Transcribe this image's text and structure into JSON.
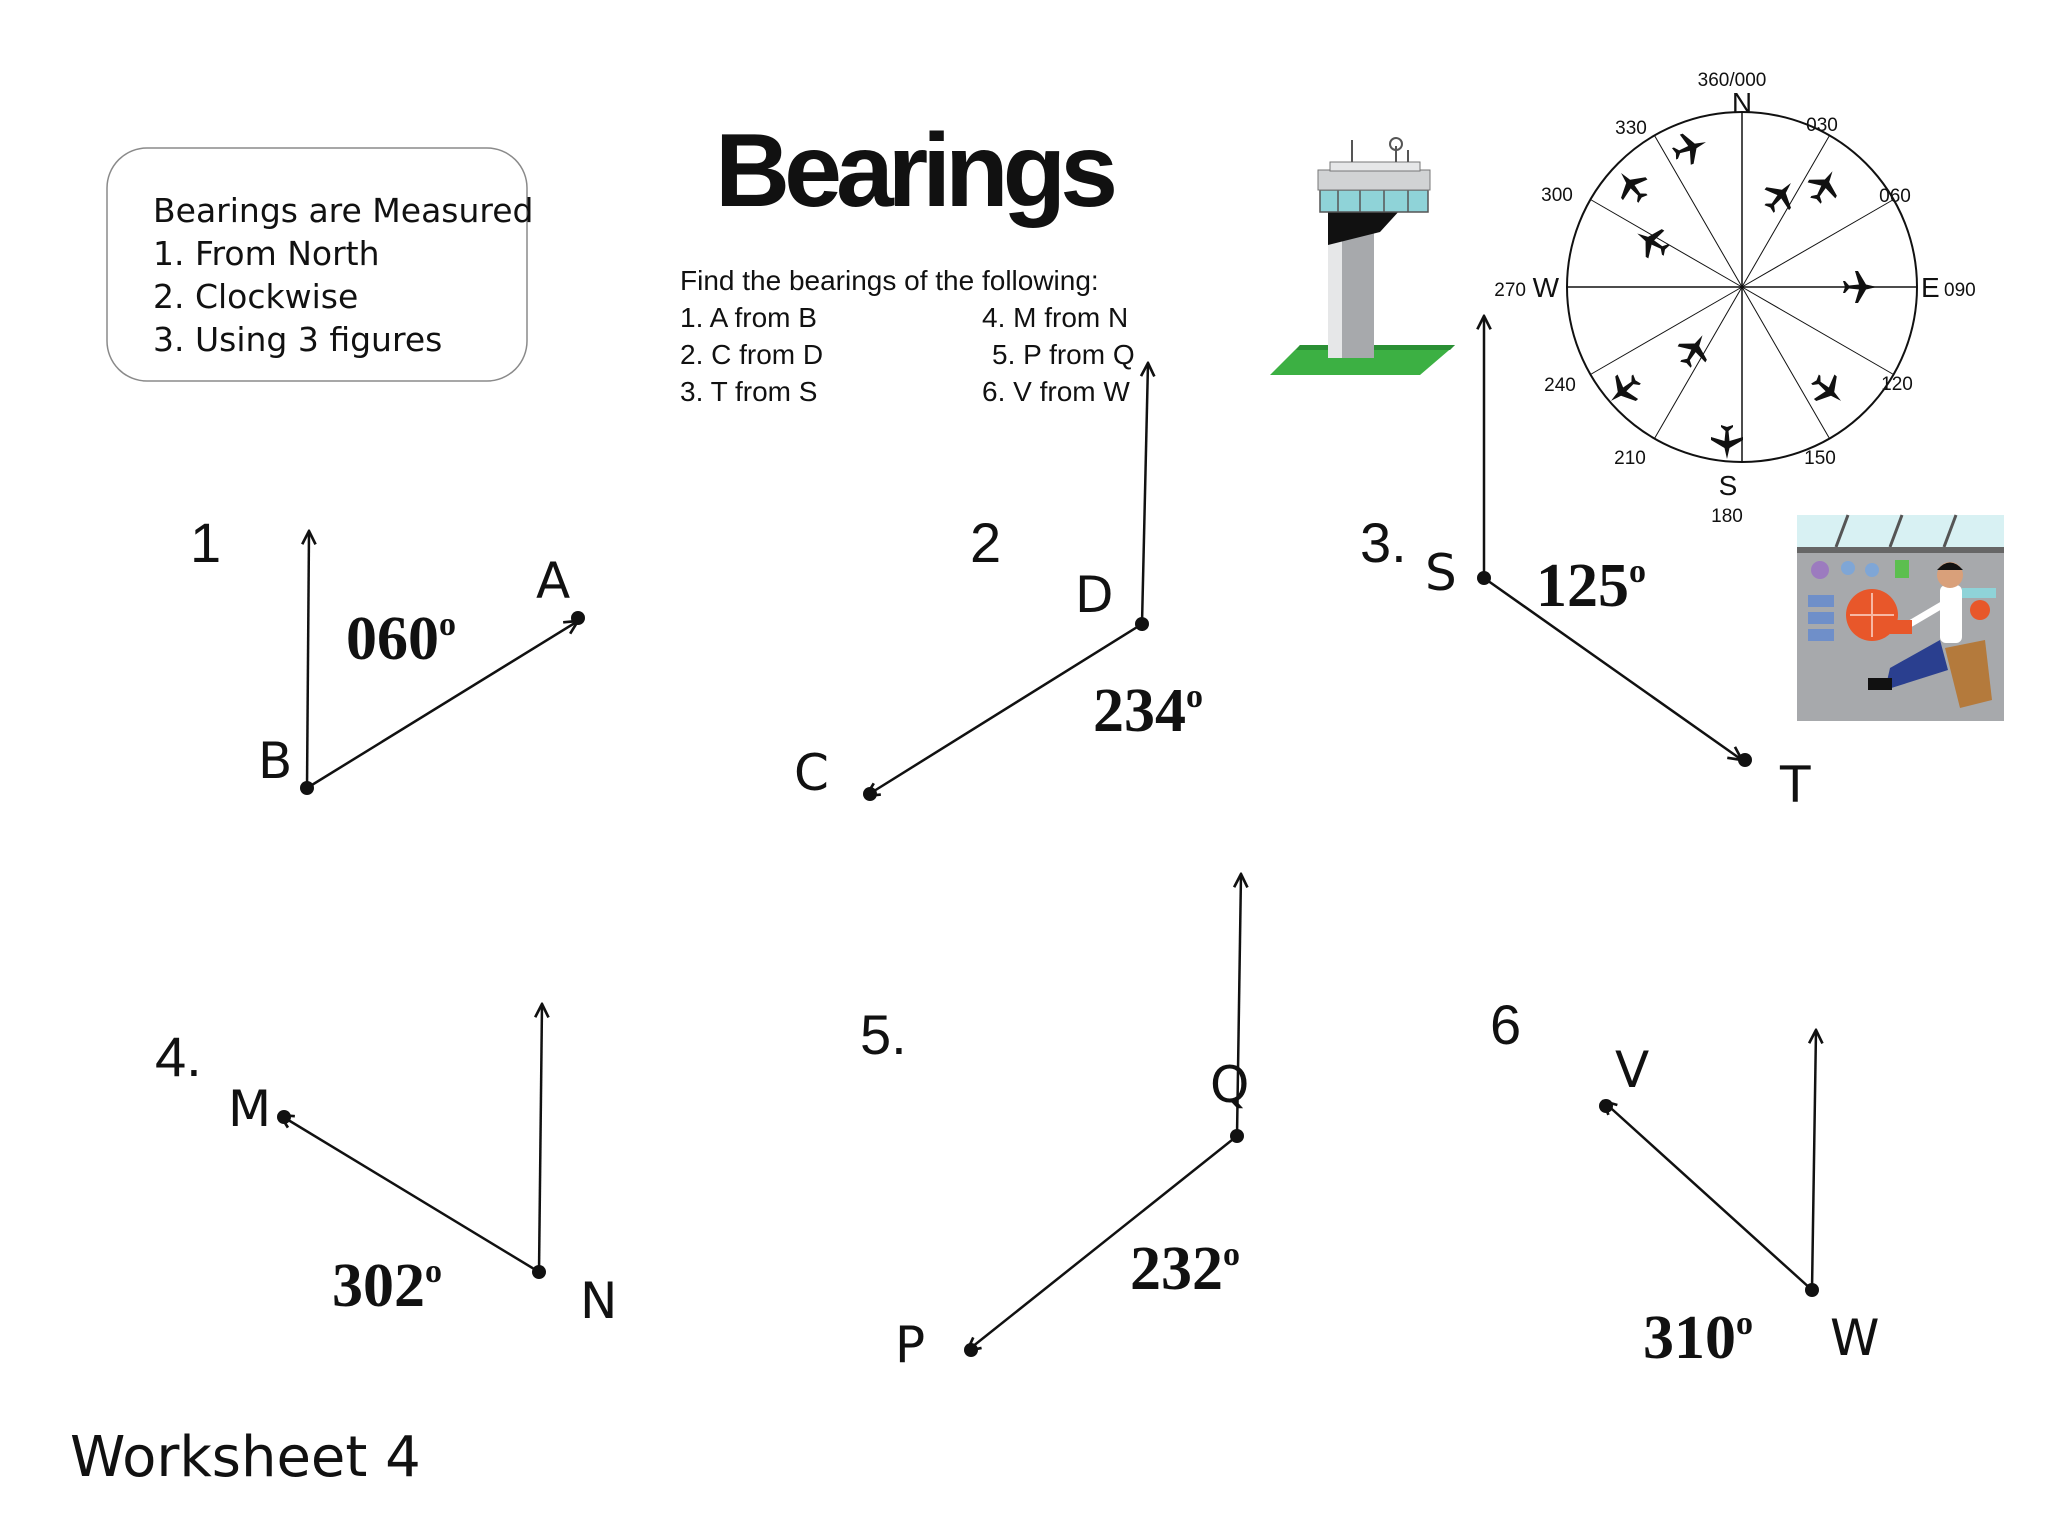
{
  "title": "Bearings",
  "rules": {
    "heading": "Bearings are Measured",
    "items": [
      "1. From North",
      "2. Clockwise",
      "3. Using 3 figures"
    ]
  },
  "task": {
    "prompt": "Find the bearings of the following:",
    "questions": [
      "1. A from B",
      "2. C from D",
      "3. T from S",
      "4. M from N",
      "5. P from Q",
      "6. V from W"
    ]
  },
  "compass": {
    "north": "N",
    "south": "S",
    "east": "E",
    "west": "W",
    "labels": [
      "360/000",
      "030",
      "060",
      "090",
      "120",
      "150",
      "180",
      "210",
      "240",
      "270",
      "300",
      "330"
    ]
  },
  "diagrams": [
    {
      "number": "1",
      "from": "B",
      "to": "A",
      "bearing": "060",
      "degree": "o"
    },
    {
      "number": "2",
      "from": "D",
      "to": "C",
      "bearing": "234",
      "degree": "o"
    },
    {
      "number": "3.",
      "from": "S",
      "to": "T",
      "bearing": "125",
      "degree": "o"
    },
    {
      "number": "4.",
      "from": "N",
      "to": "M",
      "bearing": "302",
      "degree": "o"
    },
    {
      "number": "5.",
      "from": "Q",
      "to": "P",
      "bearing": "232",
      "degree": "o"
    },
    {
      "number": "6",
      "from": "W",
      "to": "V",
      "bearing": "310",
      "degree": "o"
    }
  ],
  "footer": "Worksheet 4",
  "colors": {
    "ink": "#111111",
    "tower_green": "#3cb043",
    "tower_grey": "#a7a9ac",
    "screen_teal": "#8fd3d8",
    "radar_orange": "#e8572a"
  },
  "icons": [
    "control-tower-icon",
    "airplane-icon",
    "air-traffic-controller-icon"
  ]
}
